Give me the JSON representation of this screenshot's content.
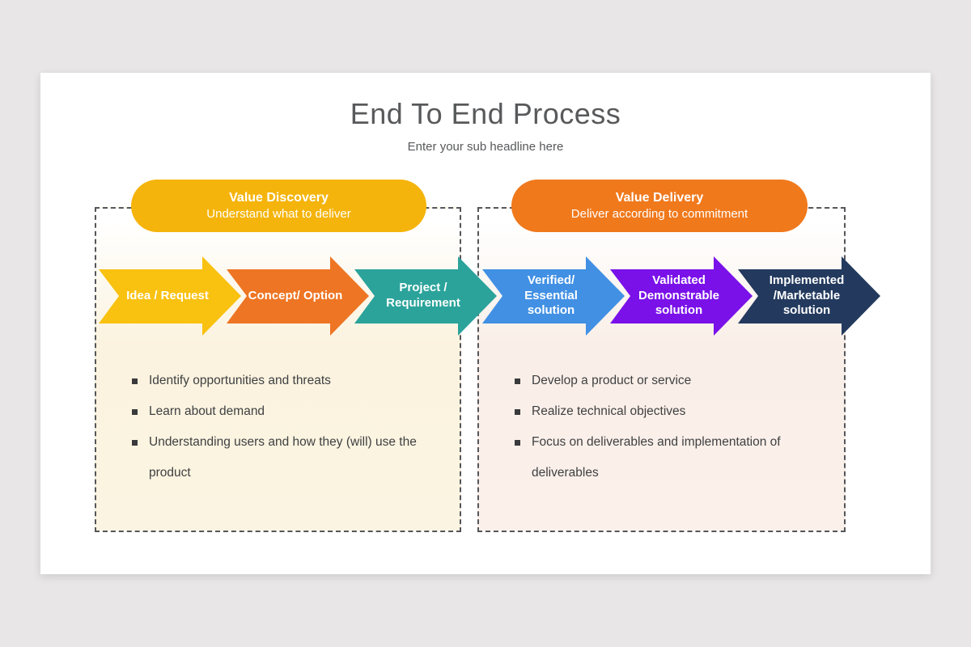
{
  "page": {
    "background_color": "#E8E6E7",
    "card_color": "#FFFFFF",
    "dashed_border_color": "#55565A"
  },
  "header": {
    "title": "End To End Process",
    "subtitle": "Enter your sub headline here"
  },
  "phases": [
    {
      "name": "Value Discovery",
      "tagline": "Understand what to deliver",
      "pill_color": "#F5B40B",
      "panel_tint": "#FBF3DF",
      "bullets": [
        "Identify opportunities and threats",
        "Learn about demand",
        "Understanding users and how they (will) use the product"
      ]
    },
    {
      "name": "Value Delivery",
      "tagline": "Deliver according to commitment",
      "pill_color": "#F0791C",
      "panel_tint": "#FAEFE8",
      "bullets": [
        "Develop a product or service",
        "Realize technical objectives",
        "Focus on deliverables and implementation of deliverables"
      ]
    }
  ],
  "steps": [
    {
      "label": "Idea / Request",
      "color": "#F9C110"
    },
    {
      "label": "Concept/ Option",
      "color": "#EE7523"
    },
    {
      "label": "Project /\nRequirement",
      "color": "#2BA39B"
    },
    {
      "label": "Verified/\nEssential\nsolution",
      "color": "#4190E4"
    },
    {
      "label": "Validated\nDemonstrable\nsolution",
      "color": "#7A11E9"
    },
    {
      "label": "Implemented\n/Marketable\nsolution",
      "color": "#233A5E"
    }
  ]
}
